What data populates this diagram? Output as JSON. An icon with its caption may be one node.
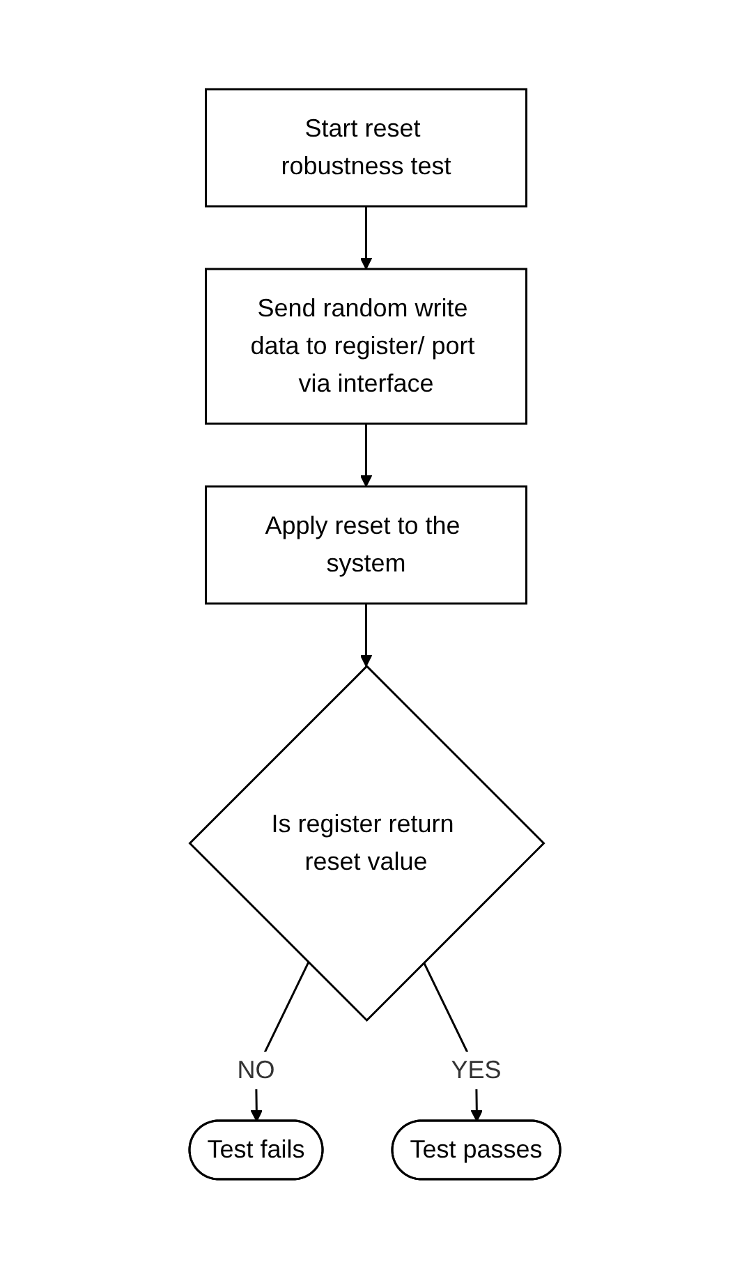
{
  "diagram": {
    "nodes": [
      {
        "text": [
          "Start reset robustness test"
        ]
      },
      {
        "text": [
          "Send random write data to register/ port via interface"
        ]
      },
      {
        "text": [
          "Apply reset to the system"
        ]
      },
      {
        "text": [
          "Is register return reset value"
        ]
      },
      {
        "text": [
          "Test fails"
        ]
      },
      {
        "text": [
          "Test passes"
        ]
      }
    ],
    "edges": [
      {
        "from": 0,
        "to": 1,
        "arrow": "to"
      },
      {
        "from": 1,
        "to": 2,
        "arrow": "to"
      },
      {
        "from": 2,
        "to": 3,
        "arrow": "to"
      },
      {
        "from": 3,
        "to": 4,
        "arrow": "to",
        "label": "NO"
      },
      {
        "from": 3,
        "to": 5,
        "arrow": "to",
        "label": "YES"
      }
    ]
  }
}
